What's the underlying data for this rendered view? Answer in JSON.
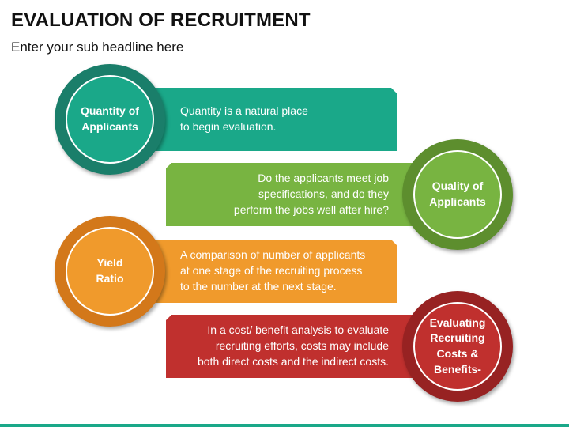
{
  "slide": {
    "title": "EVALUATION OF RECRUITMENT",
    "subtitle": "Enter your sub headline here"
  },
  "items": [
    {
      "circle_label": "Quantity of\nApplicants",
      "description": "Quantity is a natural place\nto begin evaluation.",
      "side": "left",
      "color": "#1aa889",
      "circle_outer": "#1a7e6a",
      "circle_inner": "#1aa889"
    },
    {
      "circle_label": "Quality of\nApplicants",
      "description": "Do the applicants meet job\nspecifications, and do they\nperform the jobs well after hire?",
      "side": "right",
      "color": "#78b441",
      "circle_outer": "#5d8e2e",
      "circle_inner": "#78b441"
    },
    {
      "circle_label": "Yield\nRatio",
      "description": "A comparison of number of applicants\nat one stage of the recruiting process\nto the number at the next stage.",
      "side": "left",
      "color": "#f09a2c",
      "circle_outer": "#d3781a",
      "circle_inner": "#f09a2c"
    },
    {
      "circle_label": "Evaluating\nRecruiting\nCosts &\nBenefits-",
      "description": "In a cost/ benefit analysis to evaluate\nrecruiting efforts, costs may include\nboth direct costs and the indirect costs.",
      "side": "right",
      "color": "#c0302e",
      "circle_outer": "#972222",
      "circle_inner": "#c0302e"
    }
  ]
}
